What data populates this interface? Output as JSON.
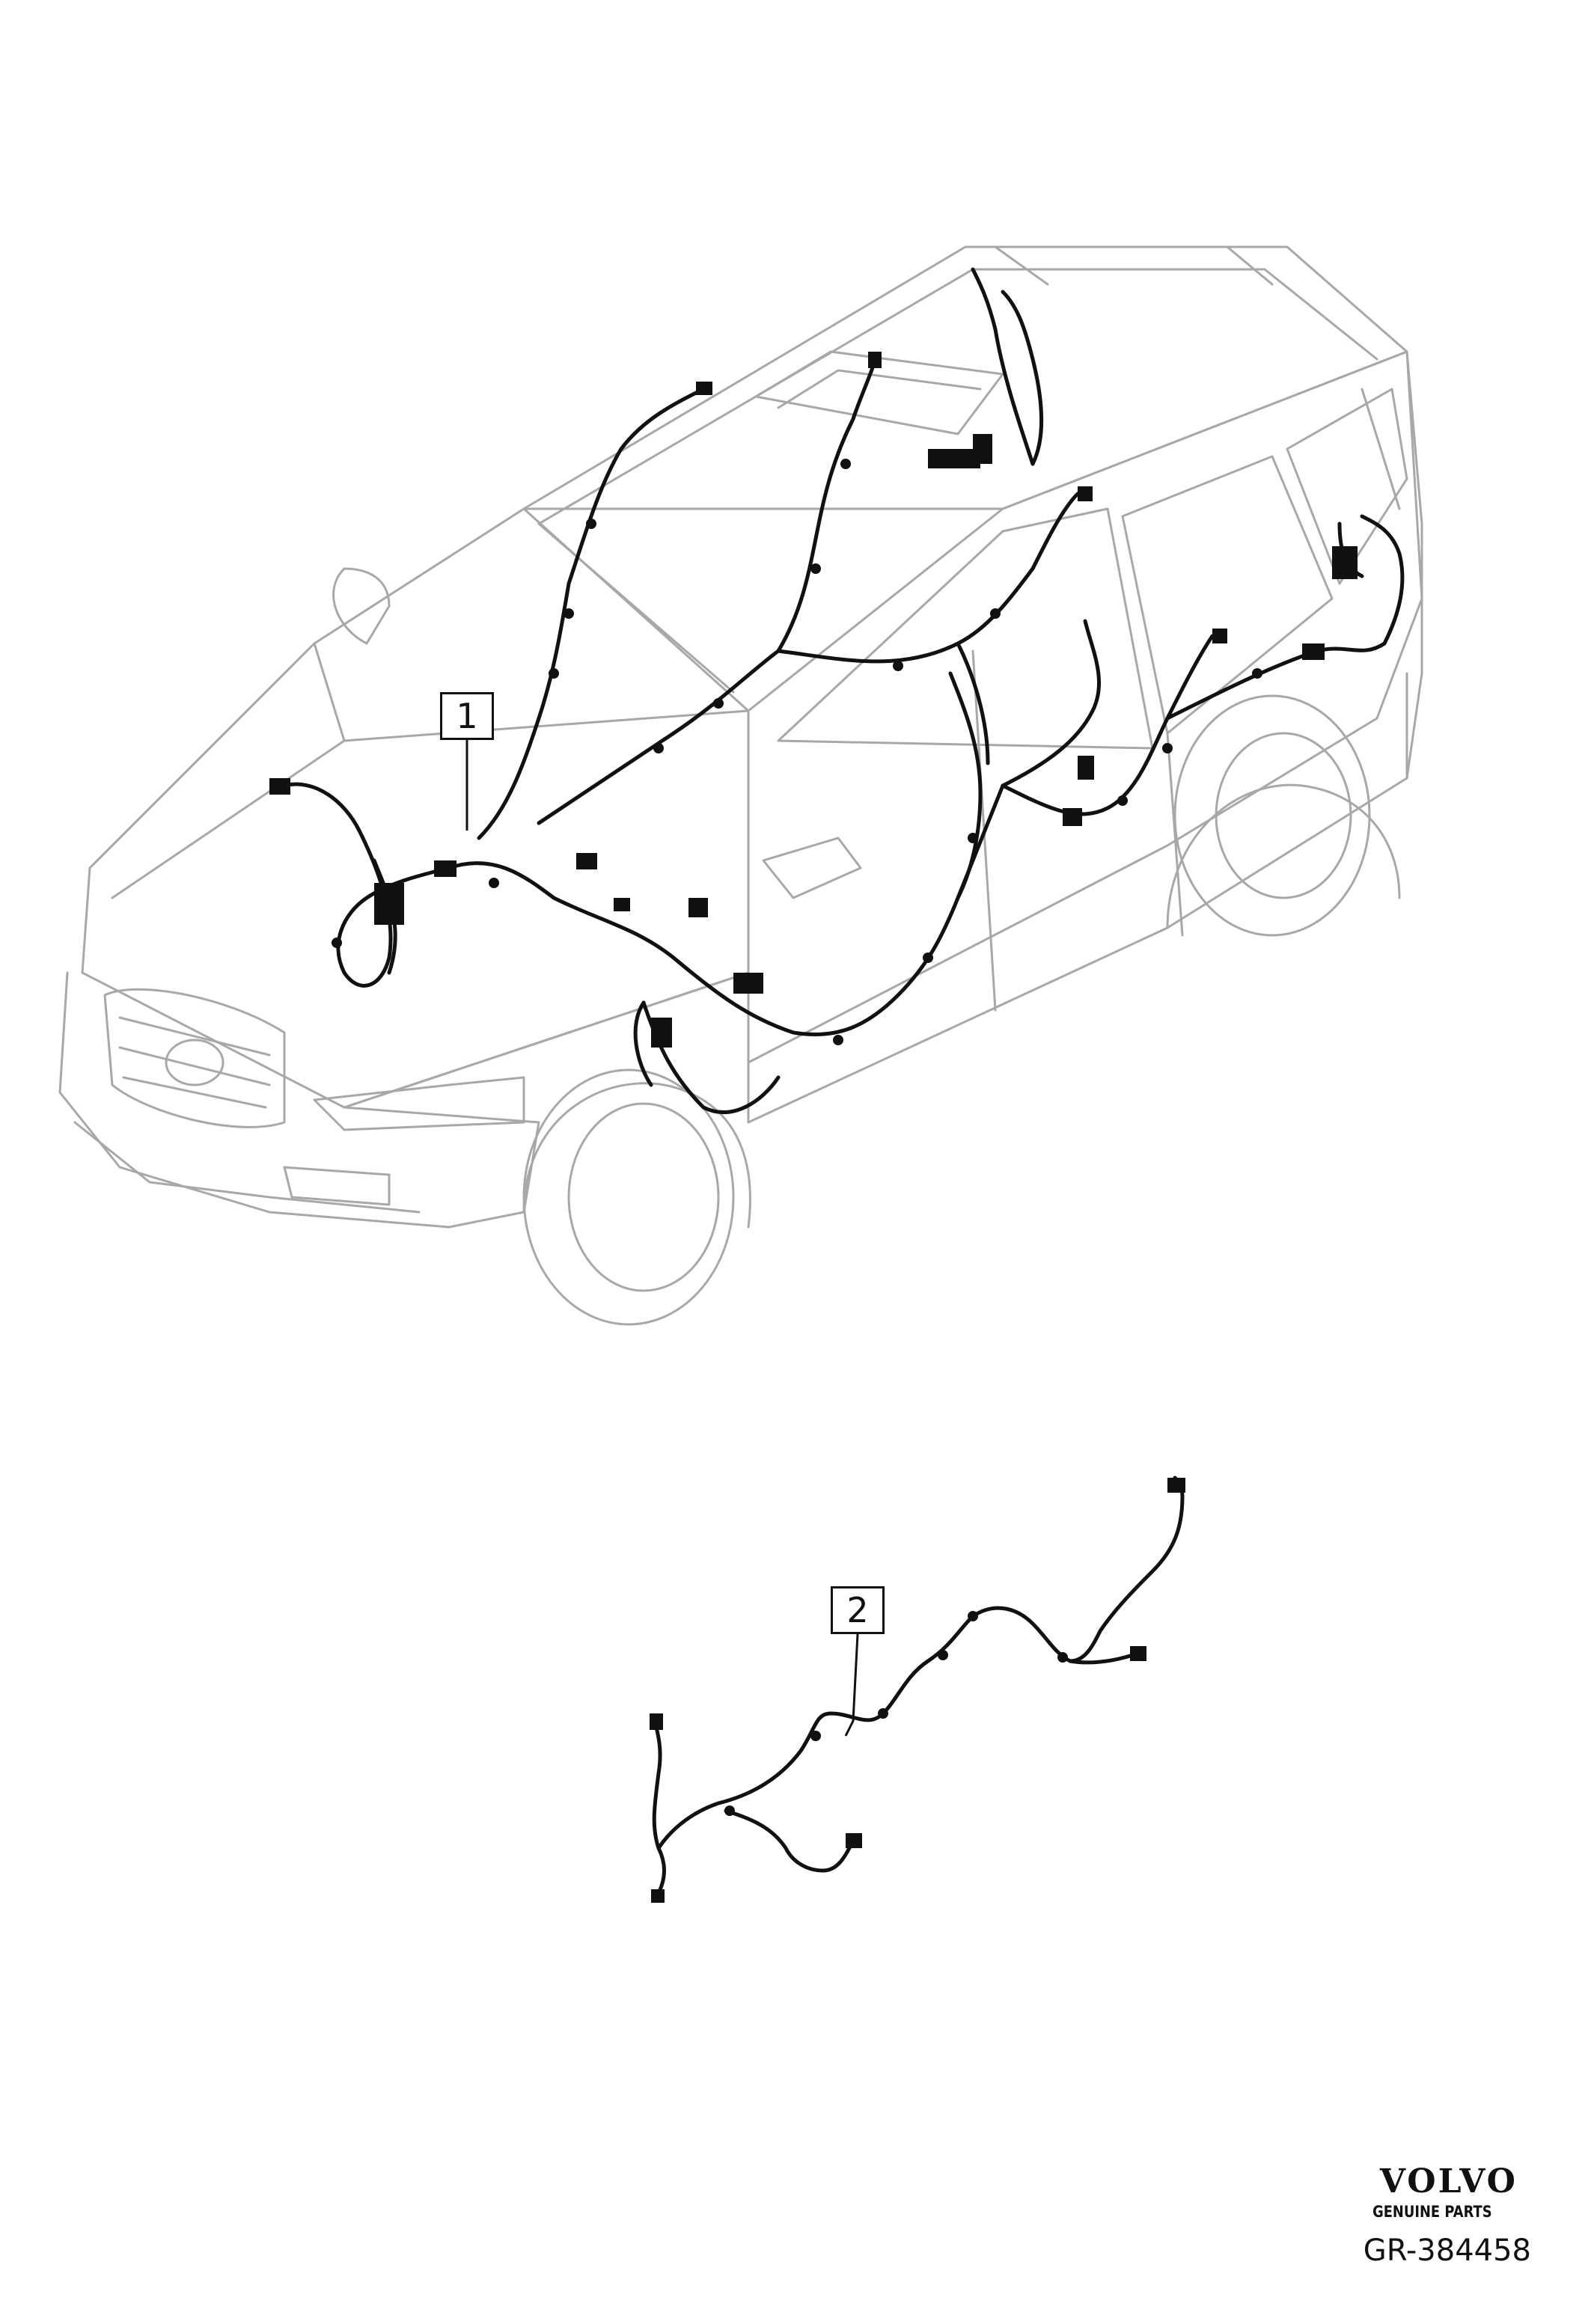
{
  "callouts": [
    {
      "label": "1"
    },
    {
      "label": "2"
    }
  ],
  "brand": {
    "logo": "VOLVO",
    "tagline": "GENUINE PARTS"
  },
  "reference": "GR-384458",
  "colors": {
    "outline": "#a8a8a8",
    "harness": "#111111"
  }
}
